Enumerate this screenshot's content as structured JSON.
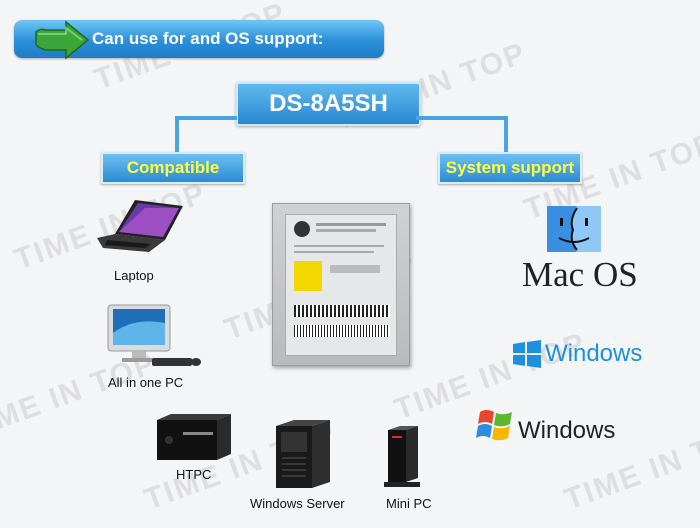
{
  "banner": {
    "text": "Can use for and OS support:"
  },
  "model": "DS-8A5SH",
  "compatible": {
    "title": "Compatible",
    "devices": [
      {
        "label": "Laptop"
      },
      {
        "label": "All in one PC"
      },
      {
        "label": "HTPC"
      },
      {
        "label": "Windows Server"
      },
      {
        "label": "Mini PC"
      }
    ]
  },
  "system_support": {
    "title": "System support",
    "os": [
      {
        "name": "Mac OS",
        "icon": "finder-icon"
      },
      {
        "name": "Windows",
        "icon": "windows-8-logo-icon"
      },
      {
        "name": "Windows",
        "icon": "windows-flag-logo-icon"
      }
    ]
  },
  "watermark": "TIME IN TOP",
  "colors": {
    "accent": "#2b8bd3",
    "tag_text": "#ffff40",
    "windows_blue": "#1e90e0",
    "mac_dark": "#222222",
    "mac_blue": "#1f7fd8"
  }
}
